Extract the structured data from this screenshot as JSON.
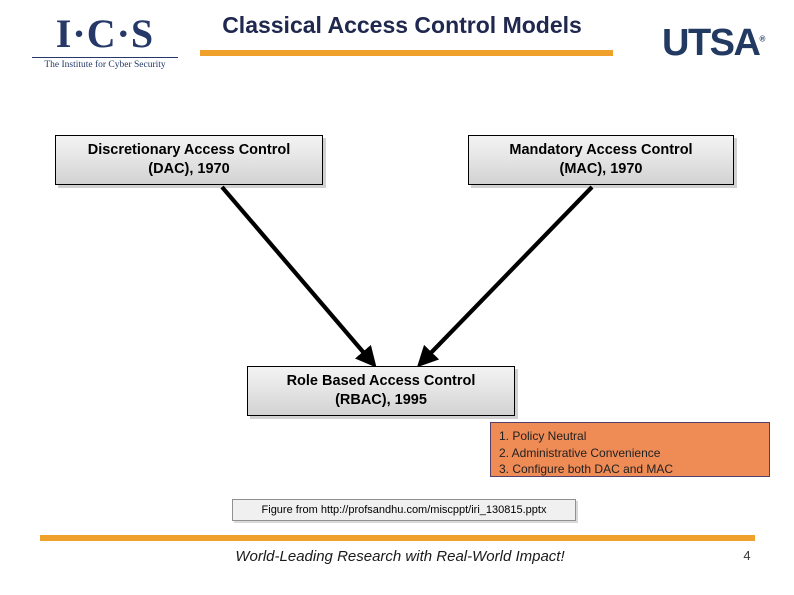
{
  "slide": {
    "title": "Classical Access Control Models",
    "page_number": "4",
    "accent_color": "#efa12b",
    "title_color": "#20284f",
    "note_color": "#ef8b55"
  },
  "brand": {
    "ics_mark": "I·C·S",
    "ics_tagline": "The Institute for Cyber Security",
    "utsa_mark": "UTSA",
    "utsa_reg": "®"
  },
  "models": {
    "dac": {
      "line1": "Discretionary Access Control",
      "line2": "(DAC), 1970"
    },
    "mac": {
      "line1": "Mandatory Access Control",
      "line2": "(MAC), 1970"
    },
    "rbac": {
      "line1": "Role Based Access Control",
      "line2": "(RBAC), 1995"
    }
  },
  "notes": {
    "items": [
      "1. Policy Neutral",
      "2. Administrative Convenience",
      "3. Configure both DAC and MAC"
    ]
  },
  "credit": {
    "text": "Figure from http://profsandhu.com/miscppt/iri_130815.pptx"
  },
  "footer": {
    "tagline": "World-Leading Research with Real-World Impact!"
  }
}
